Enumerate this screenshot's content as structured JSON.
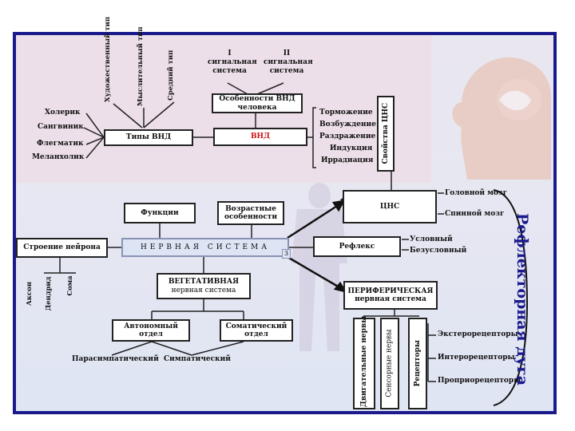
{
  "colors": {
    "frame": "#1a1a8c",
    "accent_red": "#cc1111",
    "line": "#222222"
  },
  "icons": [
    "head-silhouette",
    "body-silhouette"
  ],
  "vnd": {
    "types_label": "Художественный тип",
    "mental_label": "Мыслительный тип",
    "middle_label": "Средний тип",
    "signal1": "I сигнальная система",
    "signal2": "II сигнальная система",
    "features": "Особенности ВНД человека",
    "vnd": "ВНД",
    "types_vnd": "Типы ВНД",
    "temperaments": [
      "Холерик",
      "Сангвиник",
      "Флегматик",
      "Меланхолик"
    ],
    "cns_props_title": "Свойства ЦНС",
    "cns_props": [
      "Торможение",
      "Возбуждение",
      "Раздражение",
      "Индукция",
      "Иррадиация"
    ]
  },
  "ns": {
    "functions": "Функции",
    "age": "Возрастные особенности",
    "neuron": "Строение нейрона",
    "neuron_parts": [
      "Аксон",
      "Дендрид",
      "Сома"
    ],
    "main": "НЕРВНАЯ СИСТЕМА",
    "number": "3",
    "cns": "ЦНС",
    "brain": "Головной мозг",
    "spinal": "Спинной мозг",
    "reflex": "Рефлекс",
    "conditioned": "Условный",
    "unconditioned": "Безусловный",
    "vegetative_1": "ВЕГЕТАТИВНАЯ",
    "vegetative_2": "нервная система",
    "autonomic": "Автономный отдел",
    "somatic": "Соматический отдел",
    "parasympathetic": "Парасимпатический",
    "sympathetic": "Симпатический",
    "peripheral_1": "ПЕРИФЕРИЧЕСКАЯ",
    "peripheral_2": "нервная система",
    "motor": "Двигательные нервы",
    "sensory": "Сенсорные нервы",
    "receptors": "Рецепторы",
    "receptor_types": [
      "Экстерорецепторы",
      "Интерорецепторы",
      "Проприорецепторы"
    ],
    "reflex_arc": "Рефлекторная дуга"
  }
}
